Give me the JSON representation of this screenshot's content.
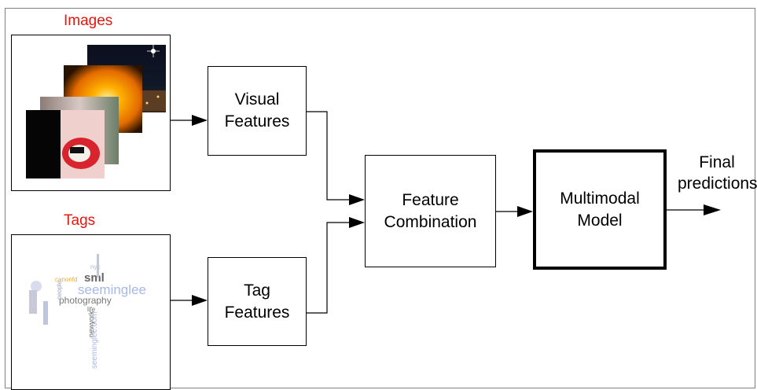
{
  "labels": {
    "images": "Images",
    "tags": "Tags"
  },
  "nodes": {
    "visual_features": "Visual\nFeatures",
    "tag_features": "Tag\nFeatures",
    "feature_combination": "Feature\nCombination",
    "multimodal_model": "Multimodal\nModel",
    "final_predictions": "Final\npredictions"
  },
  "tag_cloud_words": {
    "sml": "sml",
    "seeminglee": "seeminglee",
    "photography": "photography",
    "people": "people",
    "canonfd": "canonfd",
    "nyc": "nyc",
    "newyork": "newyork",
    "seemingleecom": "seeminglee.com",
    "life": "life"
  },
  "colors": {
    "label_red": "#e8160c",
    "arrow": "#000000",
    "frame_border": "#808080"
  }
}
